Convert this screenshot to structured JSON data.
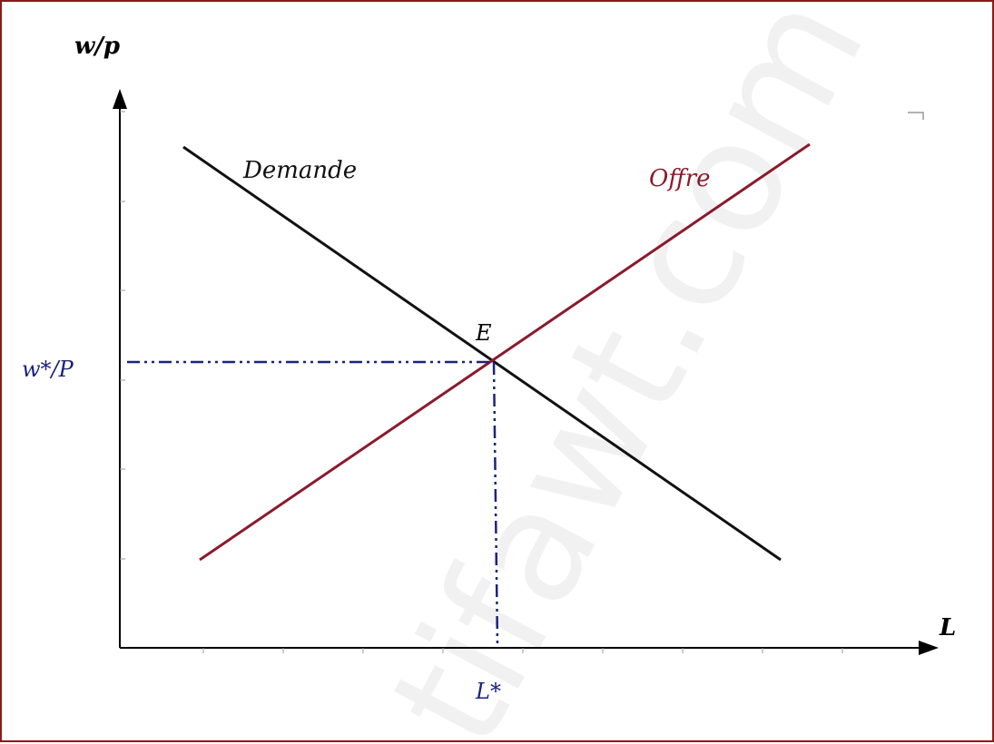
{
  "diagram": {
    "y_axis_label": "w/p",
    "x_axis_label": "L",
    "demand_label": "Demande",
    "supply_label": "Offre",
    "equilibrium_label": "E",
    "wage_label": "w*/P",
    "labor_label": "L*",
    "watermark_text": "tifawt.com"
  },
  "colors": {
    "frame": "#8b1a1a",
    "axis": "#000000",
    "demand": "#111111",
    "supply": "#8b1a2b",
    "guides": "#1a237e",
    "equilibrium_labels": "#1a237e",
    "watermark": "#f1f1f1"
  }
}
